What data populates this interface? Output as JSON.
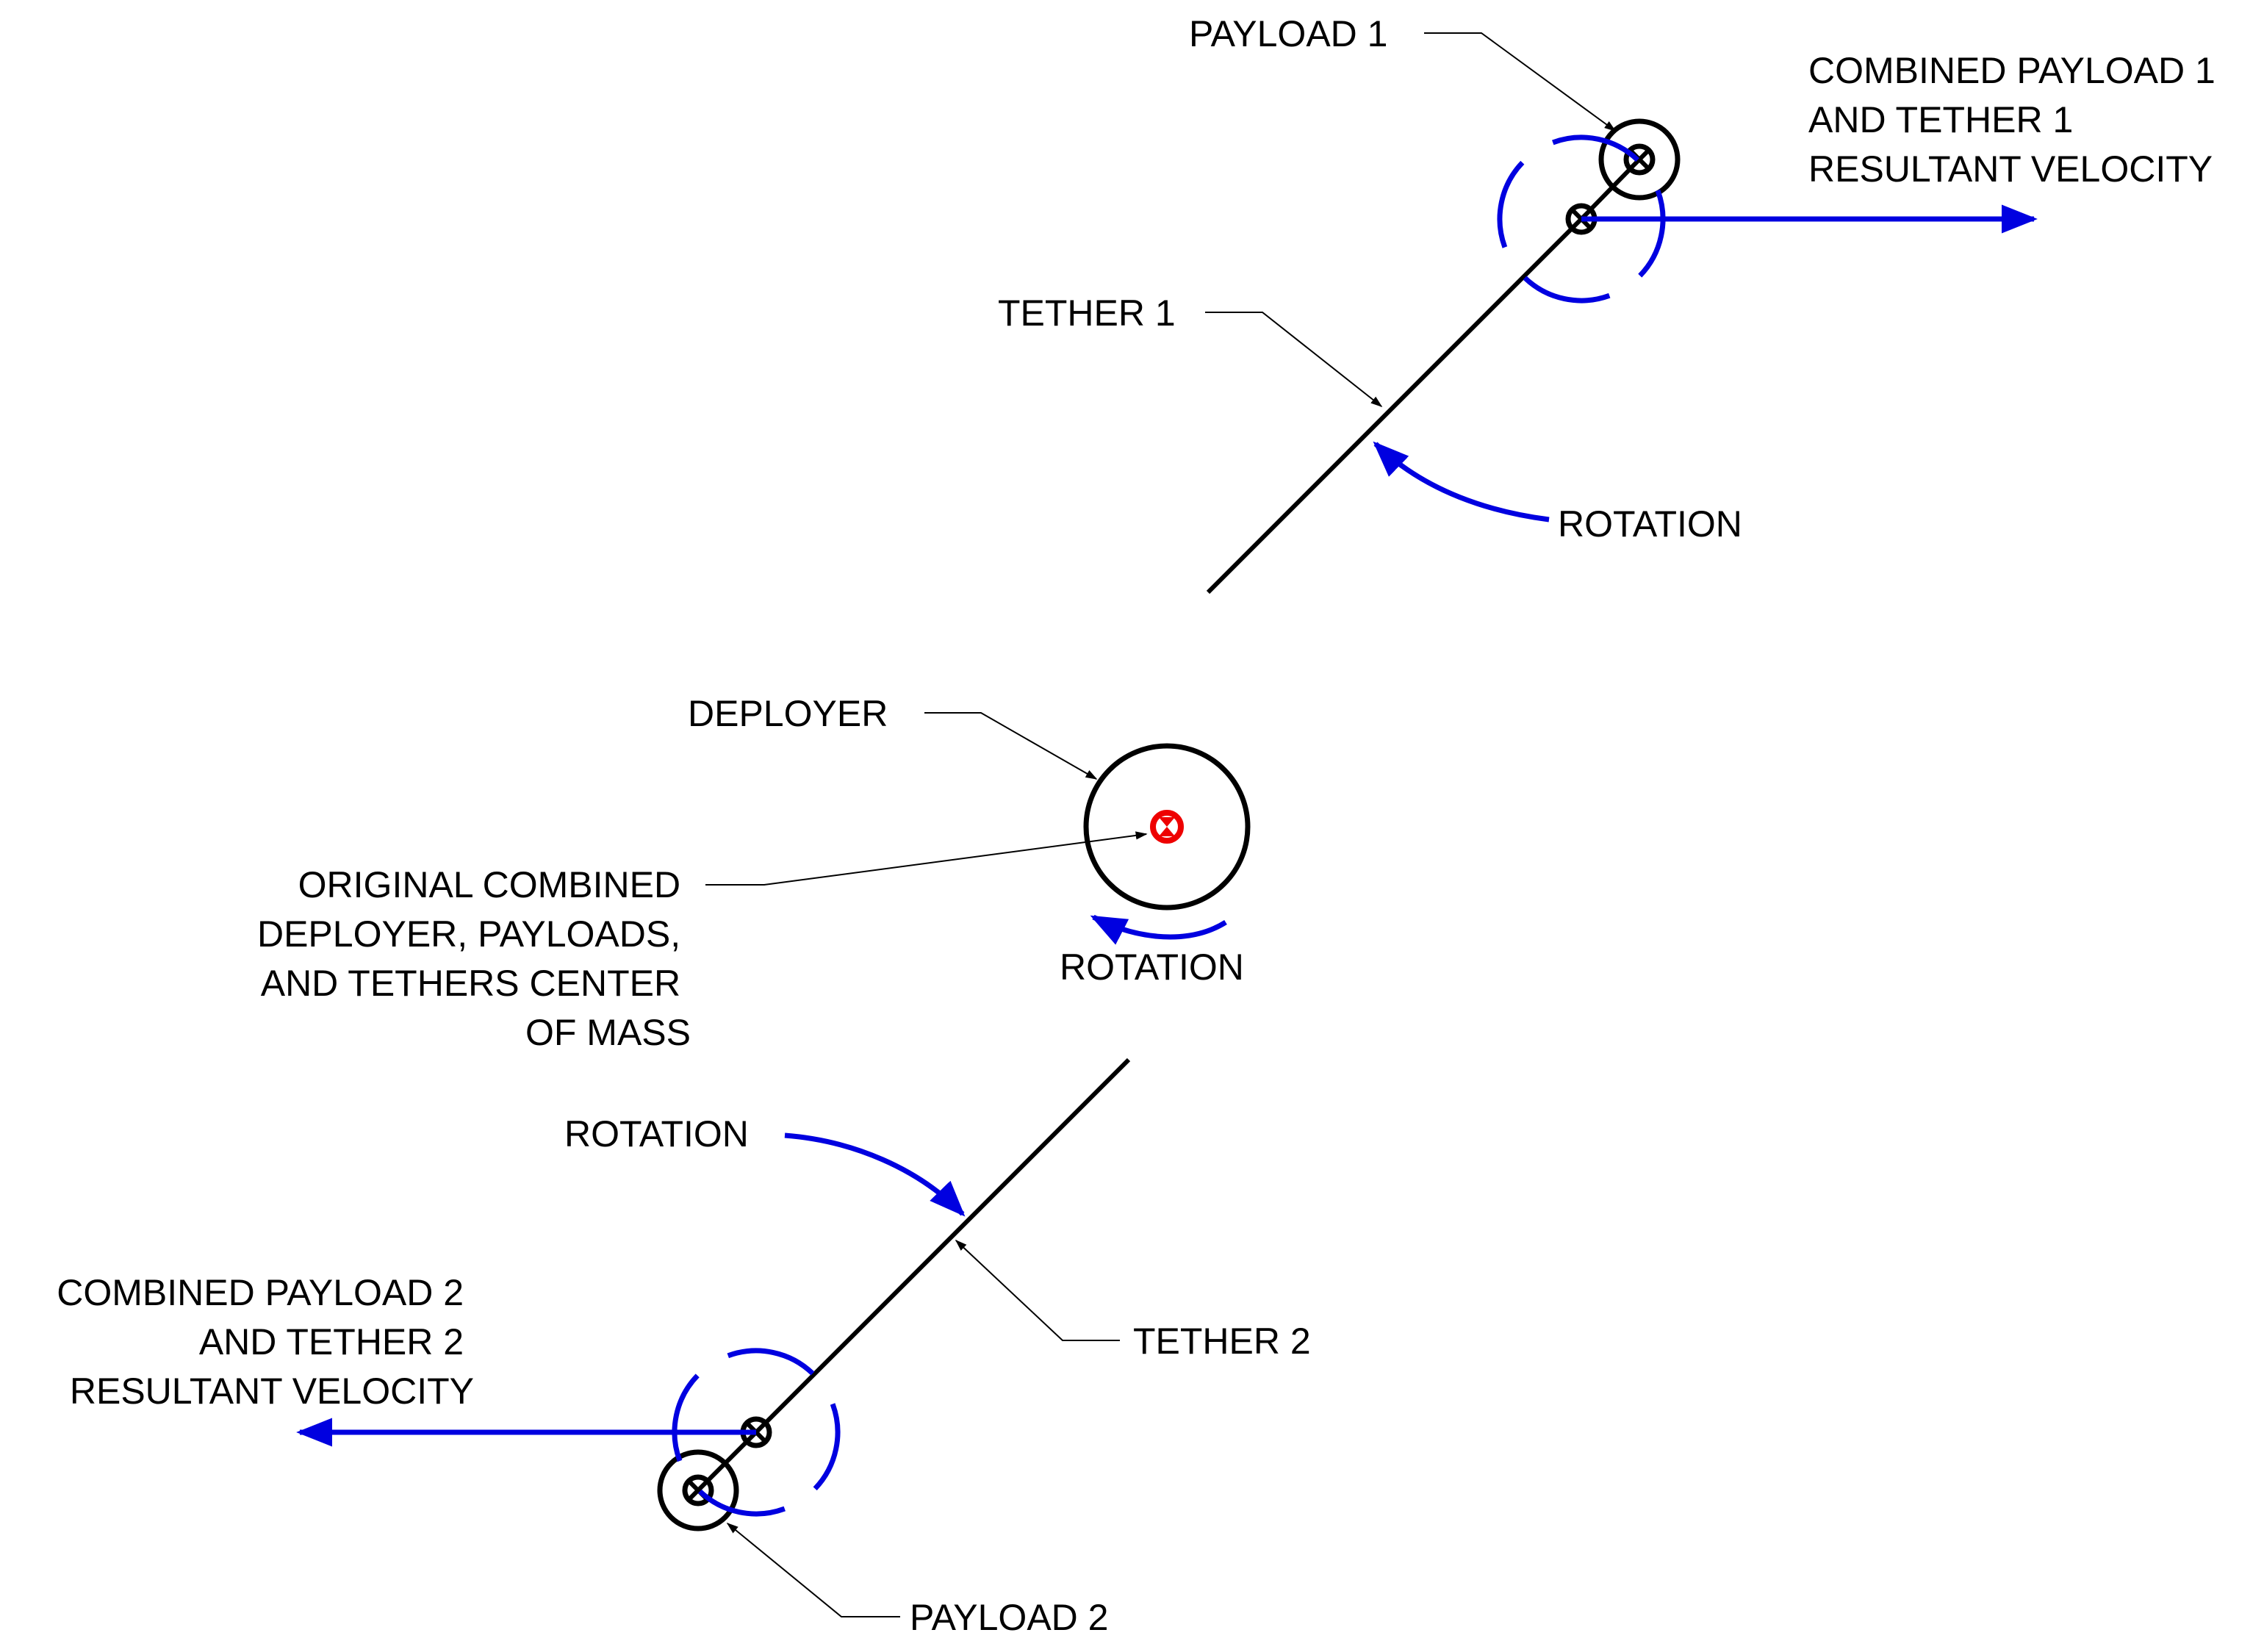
{
  "labels": {
    "payload1": "PAYLOAD 1",
    "combined1": [
      "COMBINED PAYLOAD 1",
      "AND TETHER 1",
      "RESULTANT VELOCITY"
    ],
    "tether1": "TETHER 1",
    "rotation_top": "ROTATION",
    "deployer": "DEPLOYER",
    "original_com": [
      "ORIGINAL COMBINED",
      "DEPLOYER, PAYLOADS,",
      "AND TETHERS CENTER",
      "OF MASS"
    ],
    "rotation_mid": "ROTATION",
    "rotation_bottom": "ROTATION",
    "combined2": [
      "COMBINED PAYLOAD 2",
      "AND TETHER 2",
      "RESULTANT VELOCITY"
    ],
    "tether2": "TETHER 2",
    "payload2": "PAYLOAD 2"
  },
  "colors": {
    "line": "#000000",
    "velocity": "#0000e0",
    "center_of_mass": "#ee0000"
  }
}
